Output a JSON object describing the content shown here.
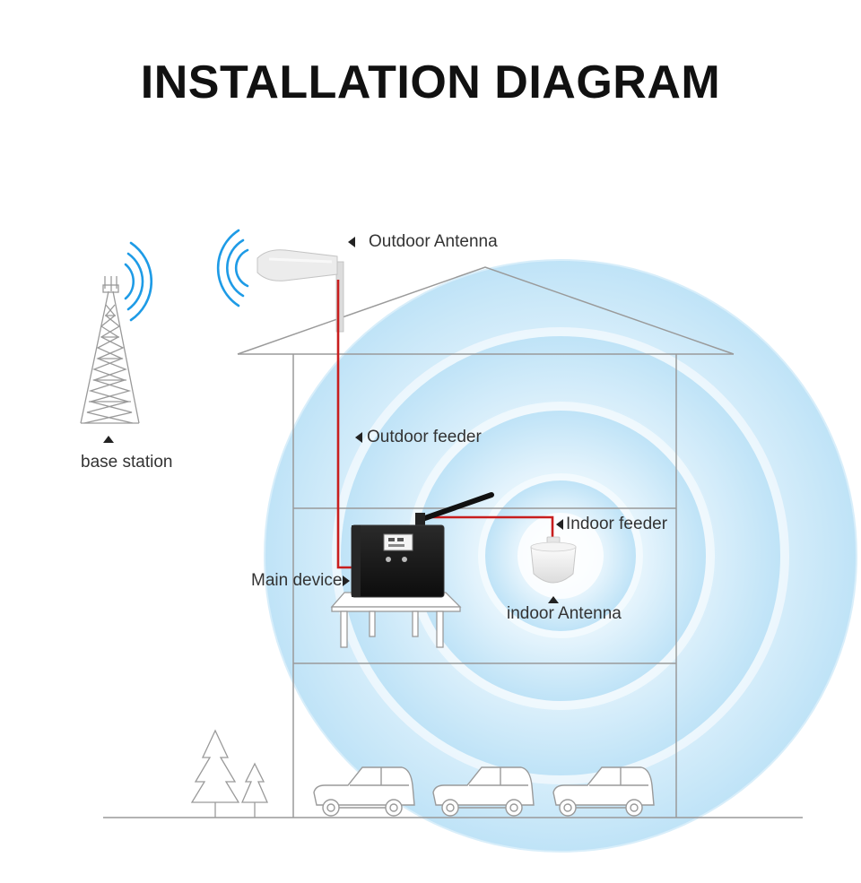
{
  "title": "INSTALLATION DIAGRAM",
  "labels": {
    "outdoor_antenna": "Outdoor Antenna",
    "base_station": "base station",
    "outdoor_feeder": "Outdoor feeder",
    "indoor_feeder": "Indoor feeder",
    "main_device": "Main device",
    "indoor_antenna": "indoor Antenna"
  },
  "colors": {
    "signal_wave": "#1e9be6",
    "coverage": "#bfe3f7",
    "cable": "#c81e1e",
    "outline": "#9a9a9a",
    "device": "#1c1c1c"
  },
  "icons": [
    "base-station-tower-icon",
    "outdoor-antenna-icon",
    "main-device-icon",
    "indoor-ceiling-antenna-icon",
    "tree-icon",
    "car-icon"
  ]
}
